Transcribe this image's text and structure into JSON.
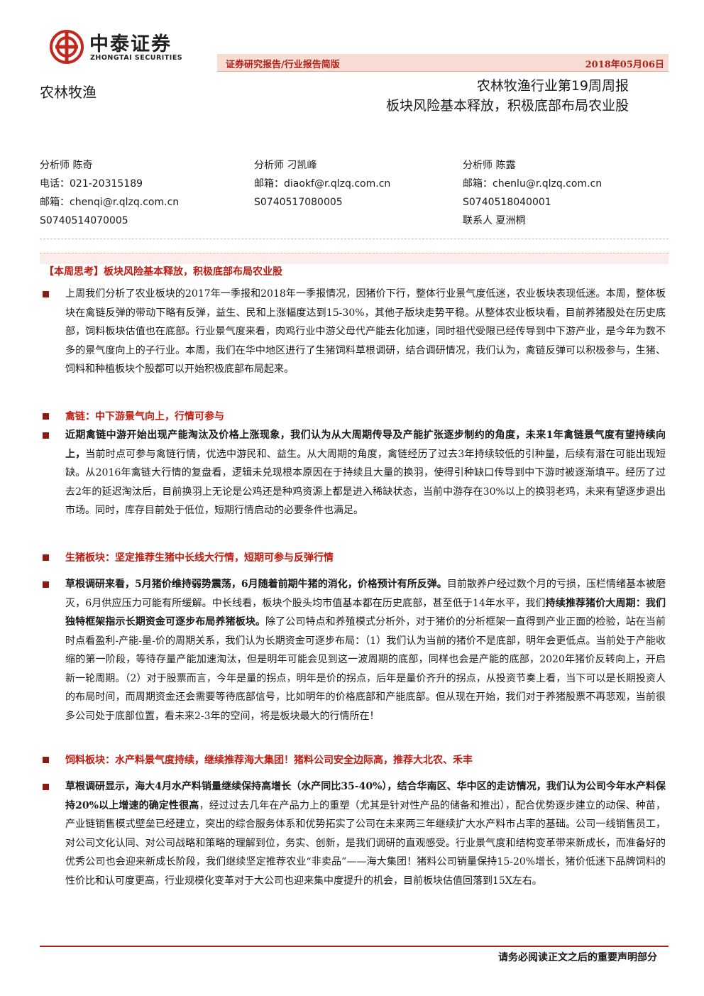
{
  "brand": {
    "name_cn": "中泰证券",
    "name_en": "ZHONGTAI SECURITIES",
    "color": "#b0221a"
  },
  "header": {
    "report_type": "证券研究报告/行业报告简版",
    "date": "2018年05月06日",
    "sector": "农林牧渔",
    "title_line1": "农林牧渔行业第19周周报",
    "title_line2": "板块风险基本释放，积极底部布局农业股"
  },
  "analysts": [
    {
      "role": "分析师 陈奇",
      "phone": "电话：021-20315189",
      "email": "邮箱：chenqi@r.qlzq.com.cn",
      "cert": "S0740514070005"
    },
    {
      "role": "分析师 刁凯峰",
      "email": "邮箱：diaokf@r.qlzq.com.cn",
      "cert": "S0740517080005"
    },
    {
      "role": "分析师 陈露",
      "email": "邮箱：chenlu@r.qlzq.com.cn",
      "cert": "S0740518040001",
      "contact": "联系人 夏洲桐"
    }
  ],
  "sections": {
    "weekly": {
      "title": "【本周思考】板块风险基本释放，积极底部布局农业股",
      "p1": "上周我们分析了农业板块的2017年一季报和2018年一季报情况，因猪价下行，整体行业景气度低迷，农业板块表现低迷。本周，整体板块在禽链反弹的带动下略有反弹，益生、民和上涨幅度达到15-30%，其他子版块走势平稳。从整体农业板块看，目前养猪股处在历史底部，饲料板块估值也在底部。行业景气度来看，肉鸡行业中游父母代产能去化加速，同时祖代受限已经传导到中下游产业，是今年为数不多的景气度向上的子行业。本周，我们在华中地区进行了生猪饲料草根调研，结合调研情况，我们认为，禽链反弹可以积极参与，生猪、饲料和种植板块个股都可以开始积极底部布局起来。"
    },
    "poultry": {
      "title": "禽链：中下游景气向上，行情可参与",
      "bold": "近期禽链中游开始出现产能淘汰及价格上涨现象，我们认为从大周期传导及产能扩张逐步制约的角度，未来1年禽链景气度有望持续向上，",
      "rest": "当前时点可参与禽链行情，优选中游民和、益生。从大周期的角度，禽链经历了过去3年持续较低的引种量，后续有潜在可能出现短缺。从2016年禽链大行情的复盘看，逻辑未兑现根本原因在于持续且大量的换羽，使得引种缺口传导到中下游时被逐渐填平。经历了过去2年的延迟淘汰后，目前换羽上无论是公鸡还是种鸡资源上都是进入稀缺状态，当前中游存在30%以上的换羽老鸡，未来有望逐步退出市场。同时，库存目前处于低位，短期行情启动的必要条件也满足。"
    },
    "hog": {
      "title": "生猪板块：坚定推荐生猪中长线大行情，短期可参与反弹行情",
      "bold1": "草根调研来看，5月猪价维持弱势震荡，6月随着前期牛猪的消化，价格预计有所反弹。",
      "mid1": "目前散养户经过数个月的亏损，压栏情绪基本被磨灭，6月供应压力可能有所缓解。中长线看，板块个股头均市值基本都在历史底部，甚至低于14年水平，我们",
      "bold2": "持续推荐猪价大周期：我们独特框架指示长期资金可逐步布局养猪板块。",
      "rest": "除了公司特点和养殖模式分析外，对于猪价的分析框架一直得到产业正面的检验，站在当前时点看盈利-产能-量-价的周期关系，我们认为长期资金可逐步布局：（1）我们认为当前的猪价不是底部，明年会更低点。当前处于产能收缩的第一阶段，等待存量产能加速淘汰，但是明年可能会见到这一波周期的底部，同样也会是产能的底部，2020年猪价反转向上，开启新一轮周期。（2）对于股票而言，今年是量的拐点，明年是价的拐点，后年是量价齐升的拐点，从投资节奏上看，当下可以是长期投资人的布局时间，而周期资金还会需要等待底部信号，比如明年的价格底部和产能底部。但从现在开始，我们对于养猪股票不再悲观，当前很多公司处于底部位置，看未来2-3年的空间，将是板块最大的行情所在！"
    },
    "feed": {
      "title": "饲料板块：水产料景气度持续，继续推荐海大集团！猪料公司安全边际高，推荐大北农、禾丰",
      "bold1": "草根调研显示，海大4月水产料销量继续保持高增长（水产同比35-40%），结合华南区、华中区的走访情况，我们认为公司今年水产料保持20%以上增速的确定性很高",
      "rest": "，经过过去几年在产品力上的重塑（尤其是针对性产品的储备和推出），配合优势逐步建立的动保、种苗，产业链销售模式壁垒已经建立，突出的综合服务体系和优势拓实了公司在未来两三年继续扩大水产料市占率的基础。公司一线销售员工，对公司文化认同、对公司战略和策略的理解到位，务实、创新，是我们调研的直观感受。行业景气度和结构变革带来新成长，而准备好的优秀公司也会迎来新成长阶段，我们继续坚定推荐农业“非卖品”——海大集团！猪料公司销量保持15-20%增长，猪价低迷下品牌饲料的性价比和认可度更高，行业规模化变革对于大公司也迎来集中度提升的机会，目前板块估值回落到15X左右。"
    }
  },
  "footer": {
    "disclaimer": "请务必阅读正文之后的重要声明部分"
  }
}
